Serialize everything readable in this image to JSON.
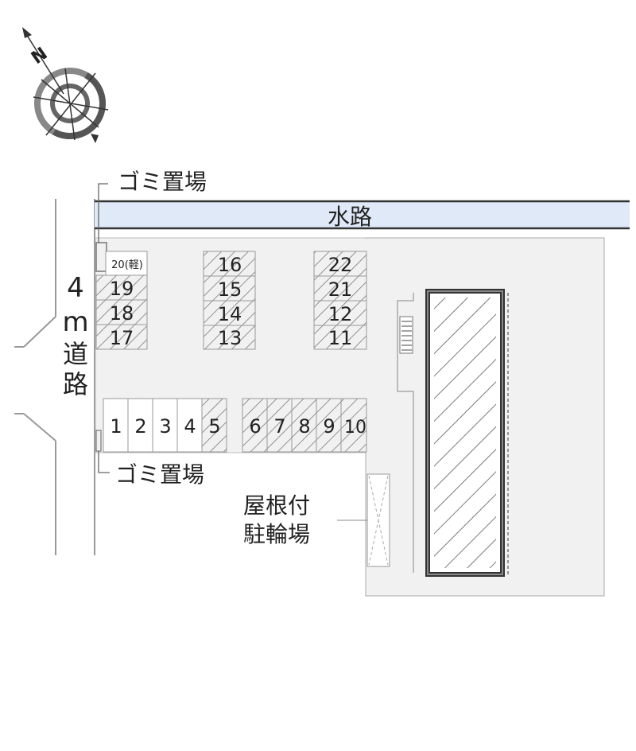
{
  "compass": {
    "north_label": "N",
    "icon": "compass-rose-icon"
  },
  "labels": {
    "waterway": "水路",
    "road_width": "4",
    "road_unit": "m",
    "road_char1": "道",
    "road_char2": "路",
    "garbage_top": "ゴミ置場",
    "garbage_bottom": "ゴミ置場",
    "bicycle_line1": "屋根付",
    "bicycle_line2": "駐輪場"
  },
  "parking": {
    "left_column": [
      "20(軽)",
      "19",
      "18",
      "17"
    ],
    "mid_column": [
      "16",
      "15",
      "14",
      "13"
    ],
    "right_column": [
      "22",
      "21",
      "12",
      "11"
    ],
    "row_a": [
      "1",
      "2",
      "3",
      "4",
      "5"
    ],
    "row_b": [
      "6",
      "7",
      "8",
      "9",
      "10"
    ]
  },
  "colors": {
    "waterway_fill": "#dfe9f7",
    "site_fill": "#f1f1f1",
    "stripe": "#777777",
    "building_border": "#333333"
  }
}
